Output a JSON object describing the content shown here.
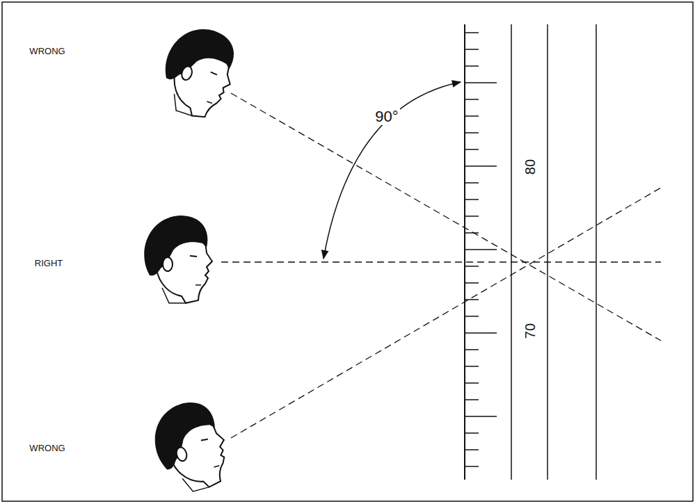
{
  "diagram": {
    "labels": [
      "WRONG",
      "90°",
      "80",
      "RIGHT",
      "70",
      "WRONG"
    ]
  }
}
